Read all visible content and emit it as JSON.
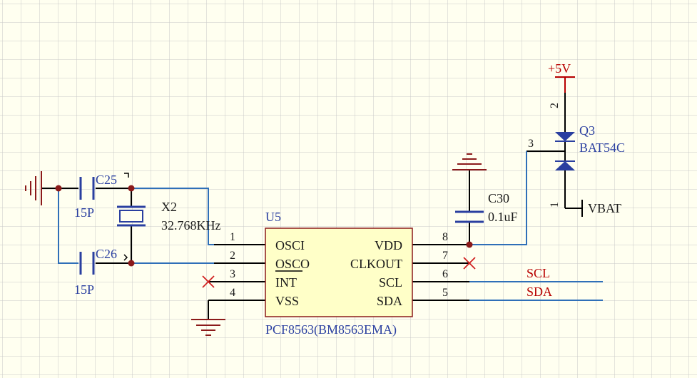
{
  "colors": {
    "background": "#FFFFF0",
    "grid": "#C8C8C8",
    "wire": "#2F6FB8",
    "body_fill": "#FFFFC8",
    "body_stroke": "#8B1A1A",
    "designator": "#2A3FA0",
    "net": "#B80000",
    "pin": "#1a1a1a"
  },
  "ic": {
    "designator": "U5",
    "part": "PCF8563(BM8563EMA)",
    "left_pins": [
      {
        "num": "1",
        "name": "OSCI"
      },
      {
        "num": "2",
        "name": "OSCO"
      },
      {
        "num": "3",
        "name": "INT"
      },
      {
        "num": "4",
        "name": "VSS"
      }
    ],
    "right_pins": [
      {
        "num": "8",
        "name": "VDD"
      },
      {
        "num": "7",
        "name": "CLKOUT"
      },
      {
        "num": "6",
        "name": "SCL"
      },
      {
        "num": "5",
        "name": "SDA"
      }
    ]
  },
  "crystal": {
    "designator": "X2",
    "value": "32.768KHz"
  },
  "caps": [
    {
      "designator": "C25",
      "value": "15P"
    },
    {
      "designator": "C26",
      "value": "15P"
    },
    {
      "designator": "C30",
      "value": "0.1uF"
    }
  ],
  "diode": {
    "designator": "Q3",
    "part": "BAT54C",
    "pin_top": "2",
    "pin_mid": "3",
    "pin_bottom": "1"
  },
  "nets": {
    "power": "+5V",
    "battery": "VBAT",
    "scl": "SCL",
    "sda": "SDA"
  }
}
